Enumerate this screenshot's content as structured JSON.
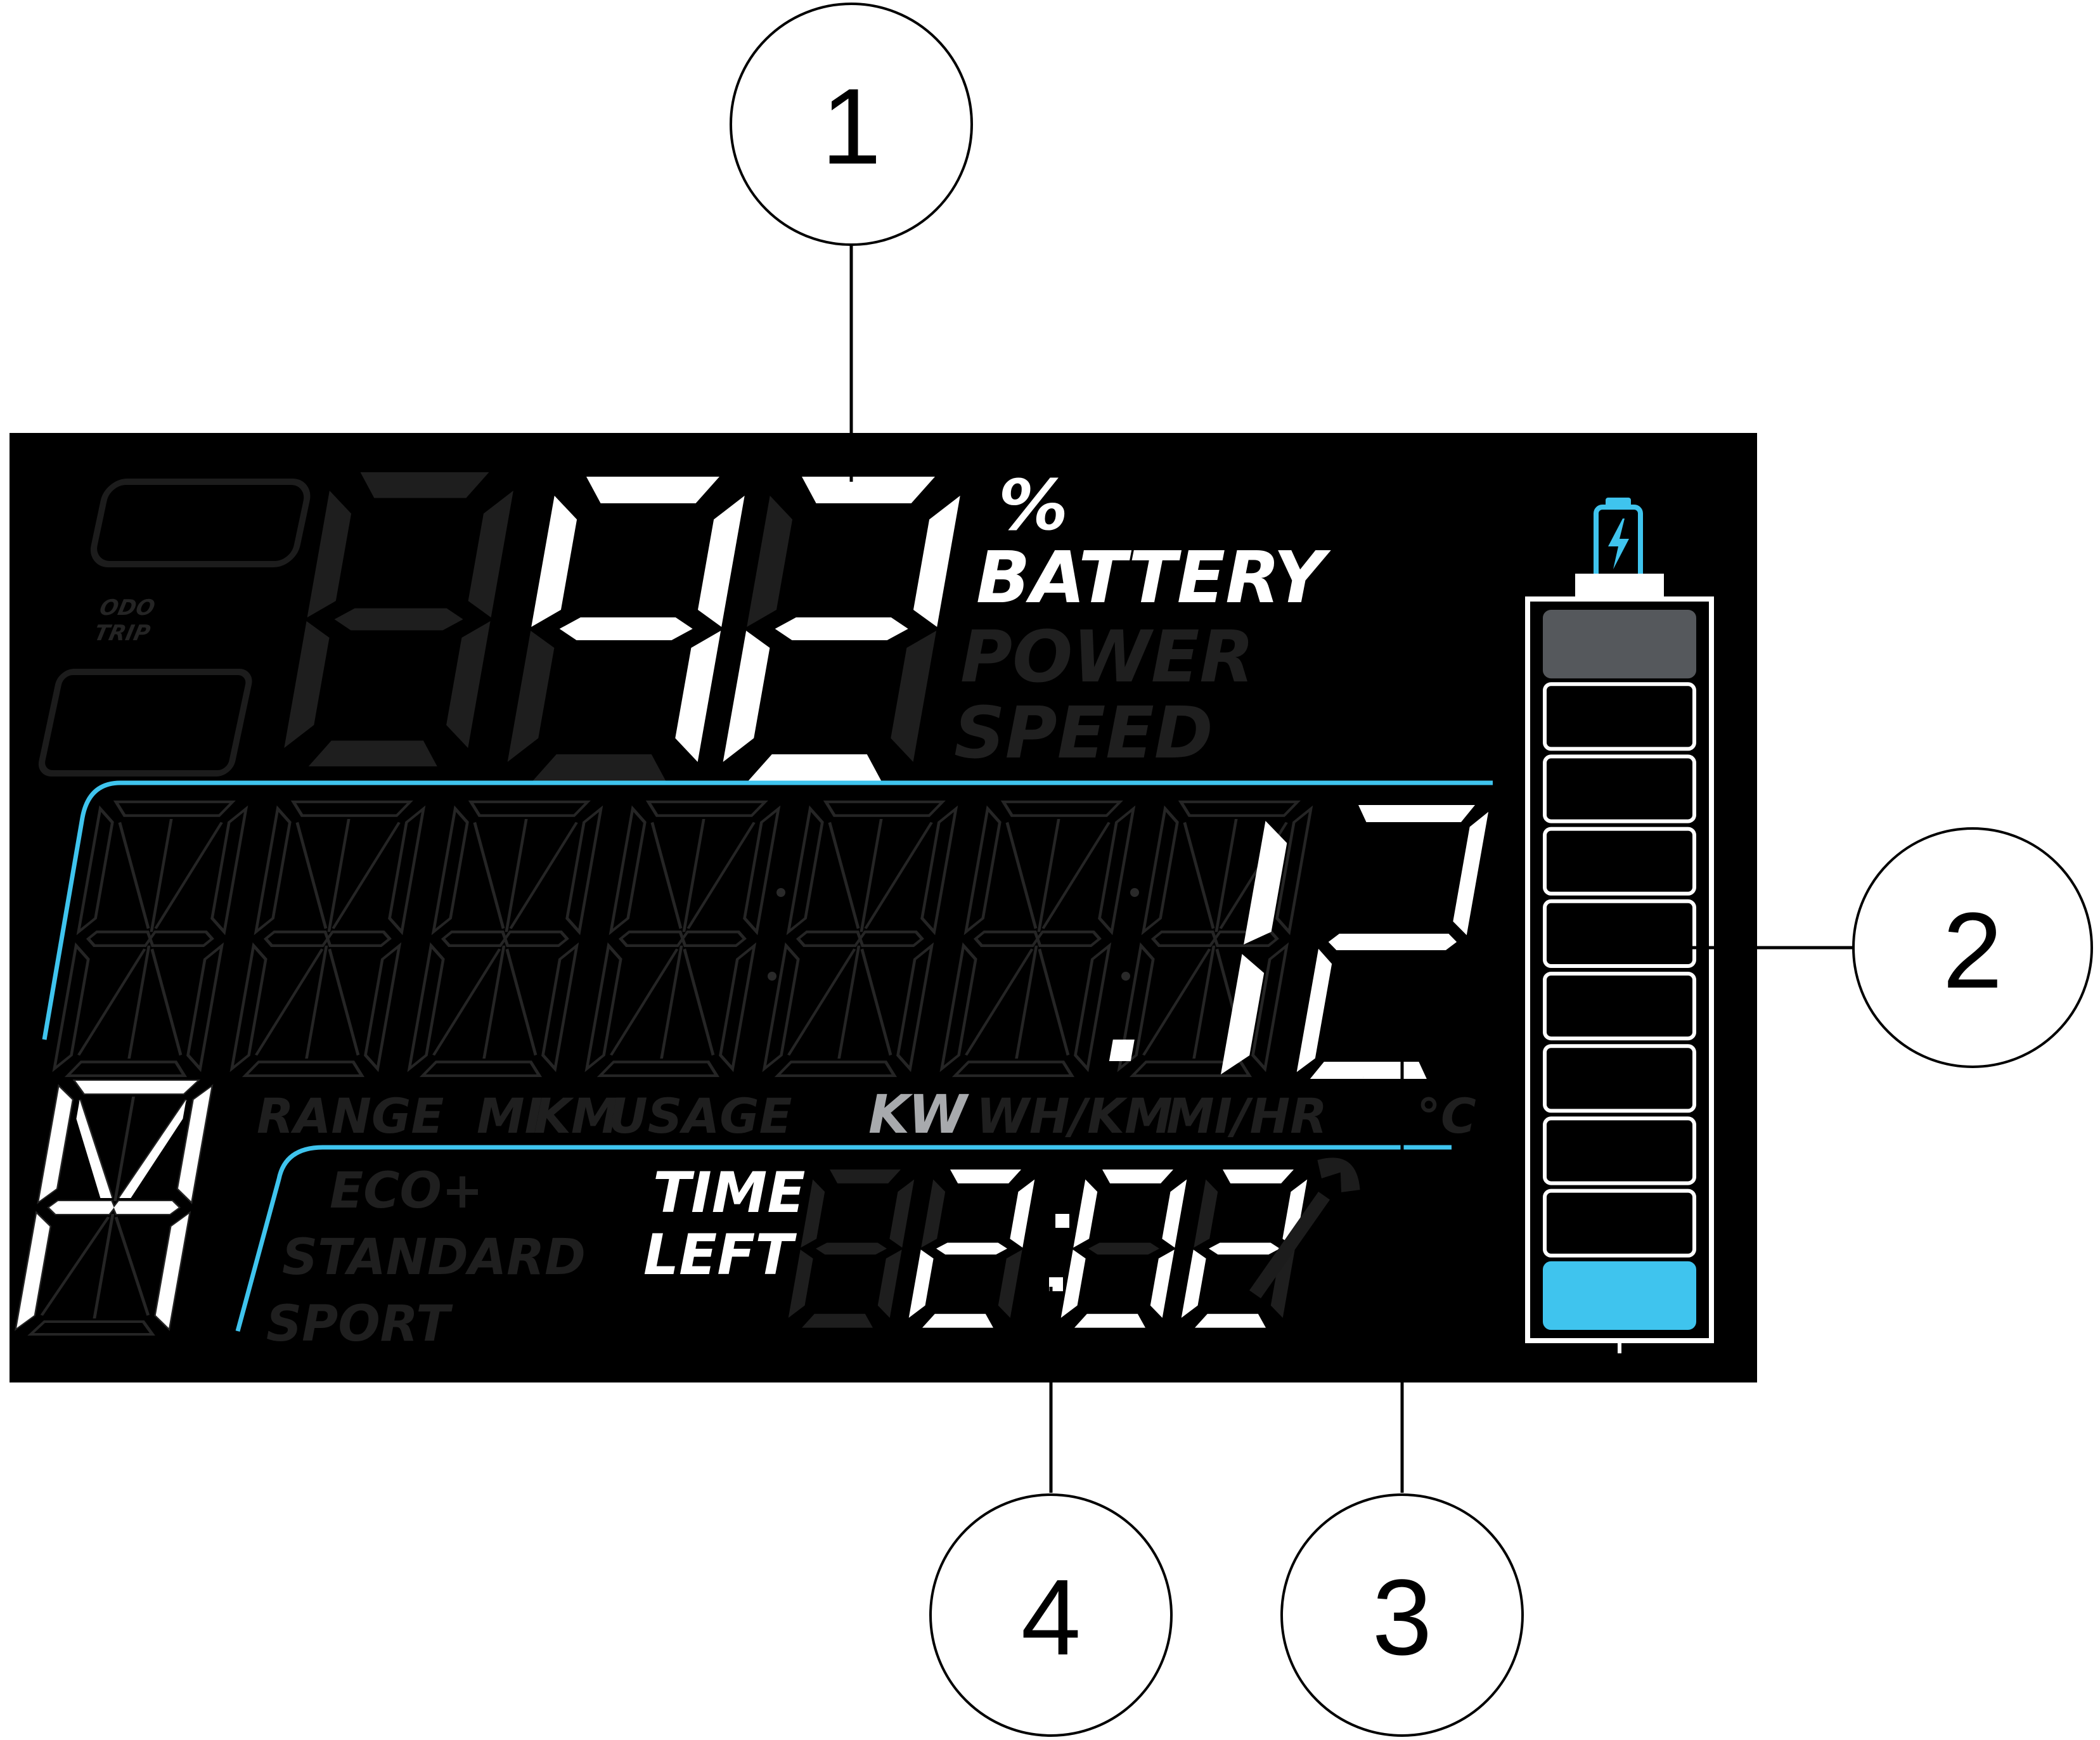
{
  "display": {
    "battery_percent": "92",
    "percent_sign": "%",
    "battery_label": "BATTERY",
    "power_label": "POWER",
    "speed_label": "SPEED",
    "odo_label": "ODO",
    "trip_label": "TRIP",
    "main_value": "1.2",
    "unit_labels": [
      "RANGE",
      "MI",
      "KM",
      "USAGE",
      "KW",
      "WH/KM",
      "MI/HR",
      "°C"
    ],
    "active_unit": "KW",
    "assist_modes": [
      "ECO+",
      "STANDARD",
      "SPORT"
    ],
    "time_left_label_line1": "TIME",
    "time_left_label_line2": "LEFT",
    "time_left_value": "2:02",
    "wrench_icon": "wrench-icon",
    "battery_icon": "battery-charging-icon",
    "battery_bar": {
      "segments_total": 10,
      "segments_lit": 1
    }
  },
  "colors": {
    "lcd_background": "#000000",
    "segment_on": "#ffffff",
    "segment_ghost": "#1e1e1e",
    "accent_blue": "#3fc4ee",
    "top_segment_grey": "#55585c",
    "active_unit_grey": "#a8aaad"
  },
  "callouts": [
    "1",
    "2",
    "3",
    "4"
  ]
}
